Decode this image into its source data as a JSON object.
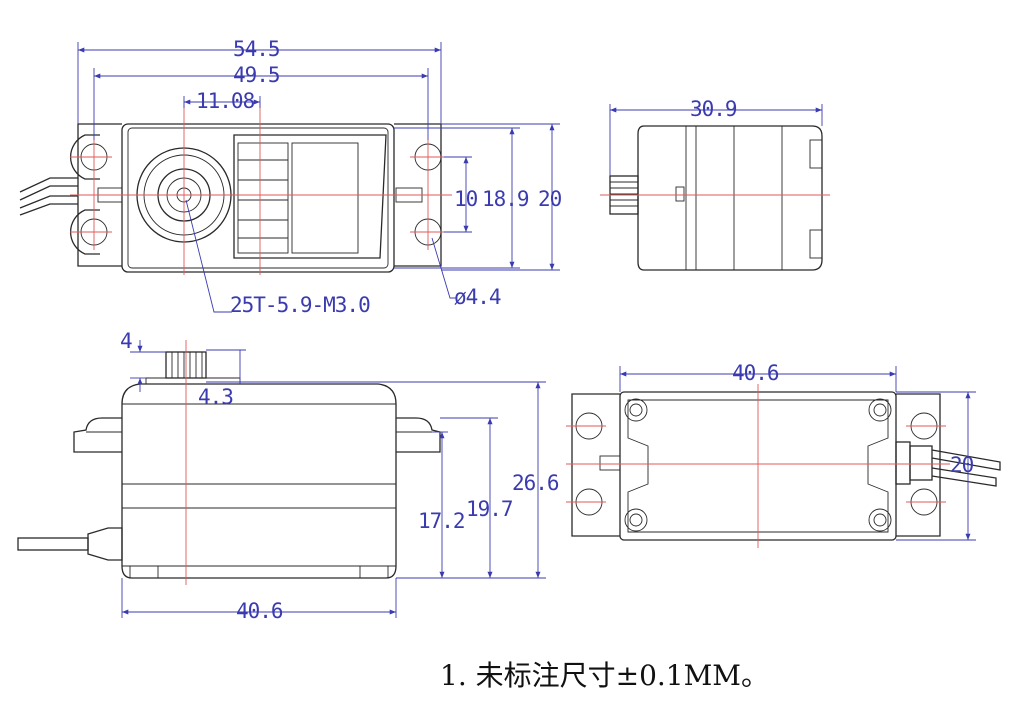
{
  "top_view": {
    "width_overall": "54.5",
    "width_holes": "49.5",
    "spline_offset": "11.08",
    "hole_spacing": "10",
    "body_height": "18.9",
    "overall_height": "20",
    "spline_spec": "25T-5.9-M3.0",
    "hole_diameter": "ø4.4"
  },
  "end_view": {
    "depth": "30.9"
  },
  "side_view": {
    "spline_height": "4",
    "spline_offset": "4.3",
    "mount_height": "17.2",
    "body_height": "19.7",
    "overall_height": "26.6",
    "body_length": "40.6"
  },
  "bottom_view": {
    "body_length": "40.6",
    "width": "20"
  },
  "note": "1. 未标注尺寸±0.1MM。"
}
